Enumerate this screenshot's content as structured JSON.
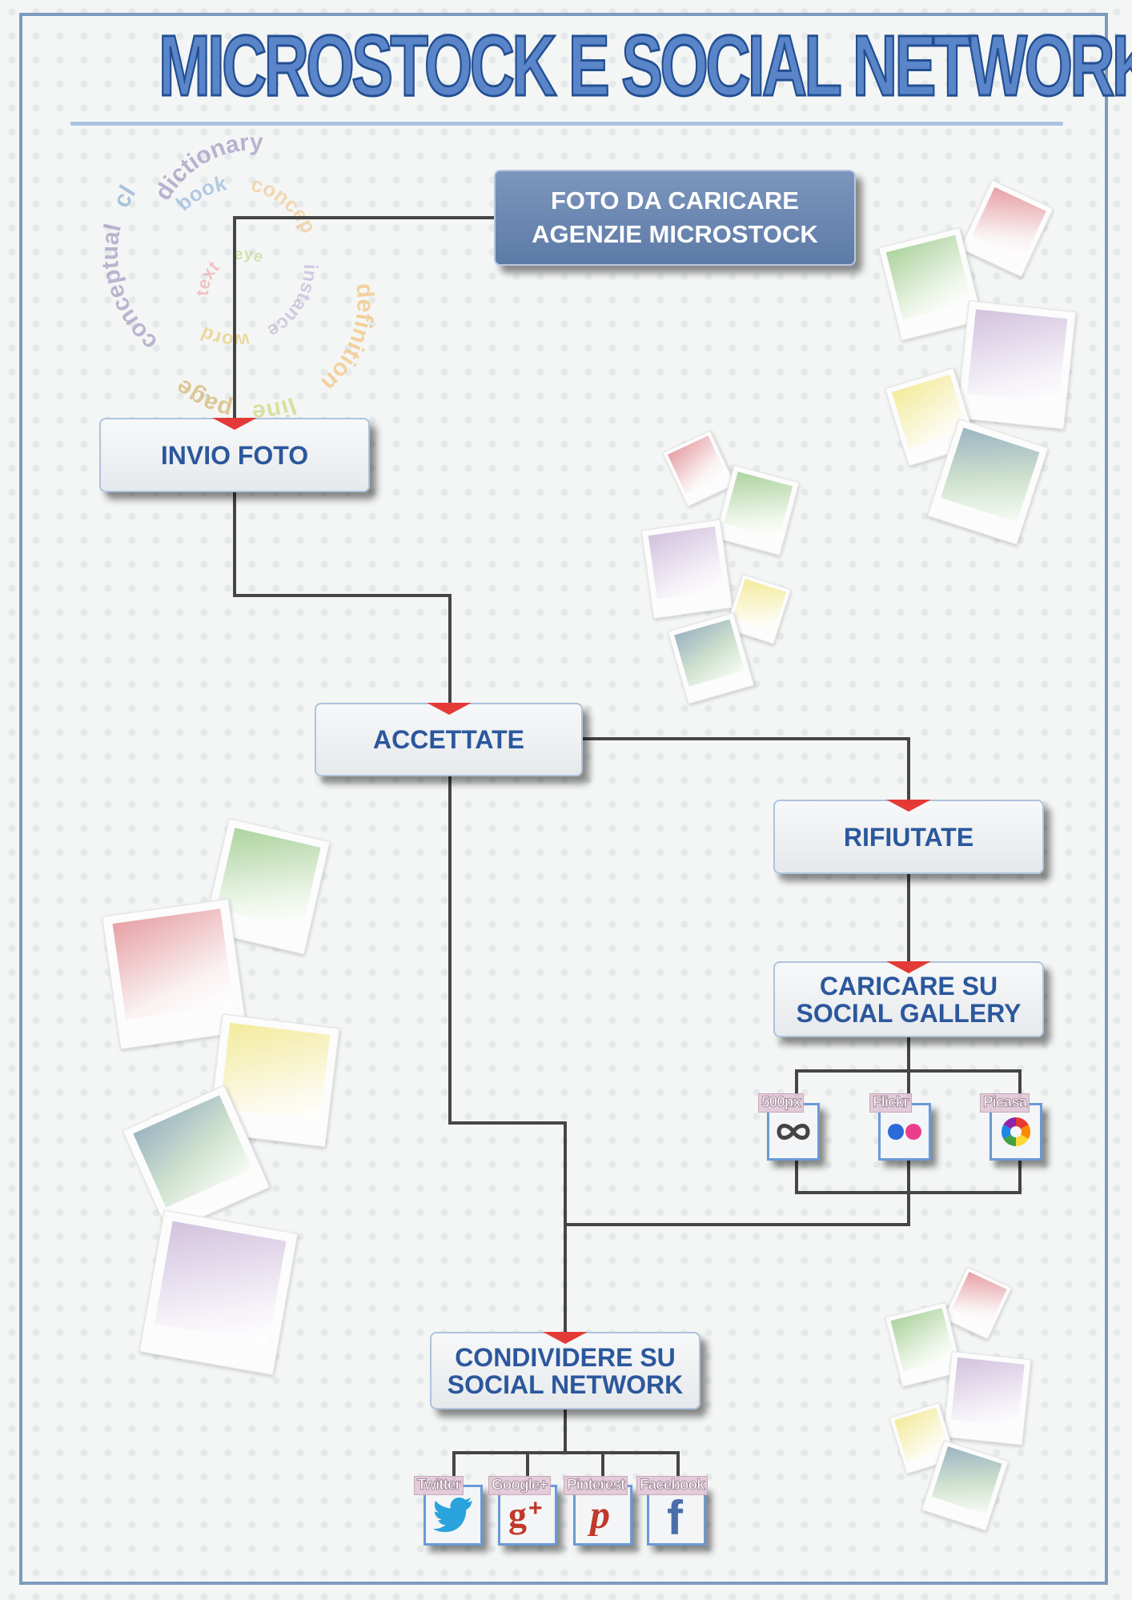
{
  "title": "MICROSTOCK E SOCIAL NETWORK",
  "nodes": {
    "start": {
      "line1": "FOTO DA CARICARE",
      "line2": "AGENZIE MICROSTOCK"
    },
    "invio": {
      "label": "INVIO FOTO"
    },
    "accettate": {
      "label": "ACCETTATE"
    },
    "rifiutate": {
      "label": "RIFIUTATE"
    },
    "gallery": {
      "line1": "CARICARE SU",
      "line2": "SOCIAL GALLERY"
    },
    "condividere": {
      "line1": "CONDIVIDERE SU",
      "line2": "SOCIAL NETWORK"
    }
  },
  "galleries": [
    {
      "label": "500px",
      "icon": "infinity-icon"
    },
    {
      "label": "Flickr",
      "icon": "flickr-dots-icon"
    },
    {
      "label": "Picasa",
      "icon": "picasa-icon"
    }
  ],
  "socials": [
    {
      "label": "Twitter",
      "icon": "twitter-bird-icon",
      "color": "#2aa3dc"
    },
    {
      "label": "Google+",
      "icon": "google-plus-icon",
      "color": "#c0392b"
    },
    {
      "label": "Pinterest",
      "icon": "pinterest-icon",
      "color": "#c0392b"
    },
    {
      "label": "Facebook",
      "icon": "facebook-icon",
      "color": "#4a6ea9"
    }
  ],
  "word_cloud": {
    "words": [
      "dictionary",
      "definition",
      "line",
      "page",
      "conceptual",
      "close-up",
      "book",
      "concept",
      "instance",
      "word",
      "text",
      "eye"
    ]
  },
  "colors": {
    "accent": "#2b579c",
    "marker": "#e43a37",
    "frame": "#7d9bbf",
    "connector": "#454545"
  }
}
